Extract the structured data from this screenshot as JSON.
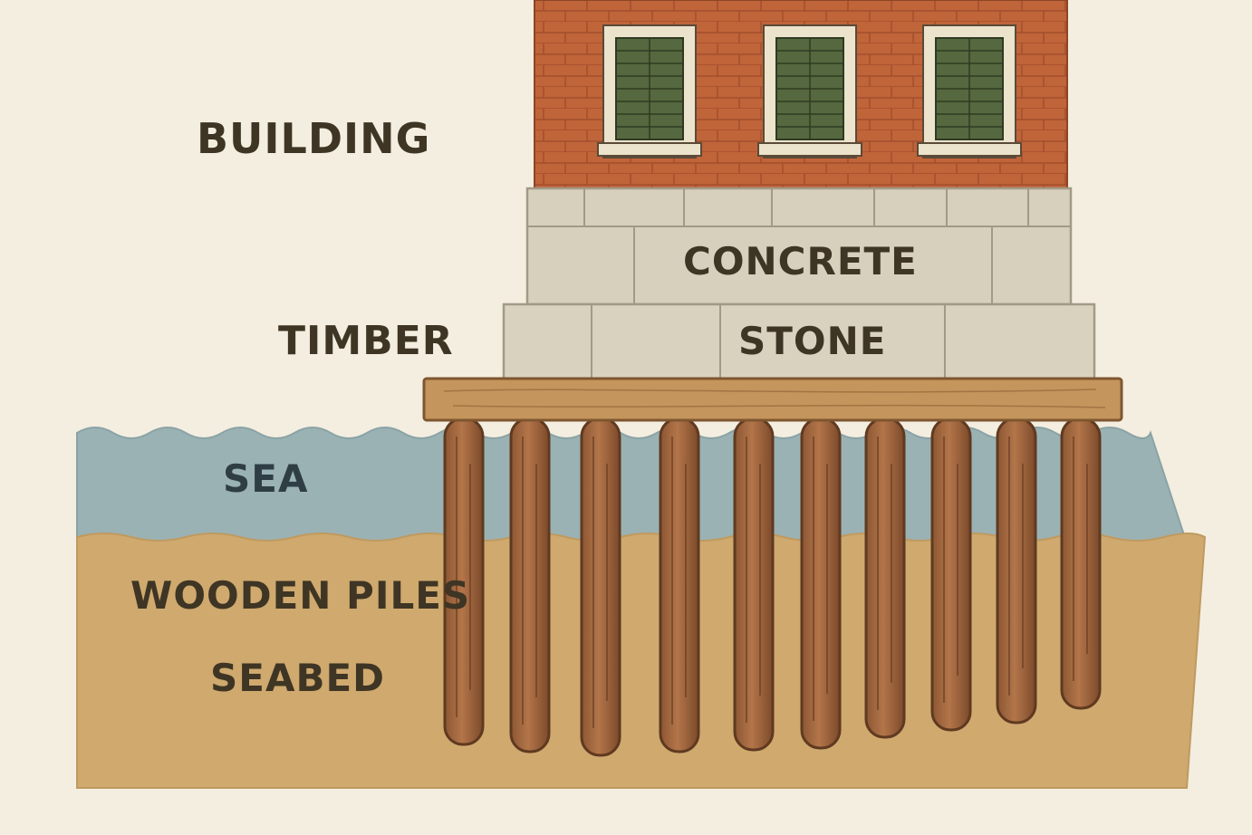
{
  "labels": {
    "building": "BUILDING",
    "concrete": "CONCRETE",
    "timber": "TIMBER",
    "stone": "STONE",
    "sea": "SEA",
    "wooden_piles": "WOODEN PILES",
    "seabed": "SEABED"
  },
  "colors": {
    "background": "#f4eee0",
    "brick": "#c0643a",
    "window_frame": "#ece3cc",
    "window_glass": "#56683f",
    "concrete": "#d6d0bd",
    "stone": "#d9d2bf",
    "timber": "#c4955c",
    "sea": "#9bb2b4",
    "seabed": "#cfa96e",
    "pile": "#a0673f",
    "label_text": "#3e3524"
  },
  "diagram": {
    "window_count": 3,
    "pile_count": 10
  }
}
